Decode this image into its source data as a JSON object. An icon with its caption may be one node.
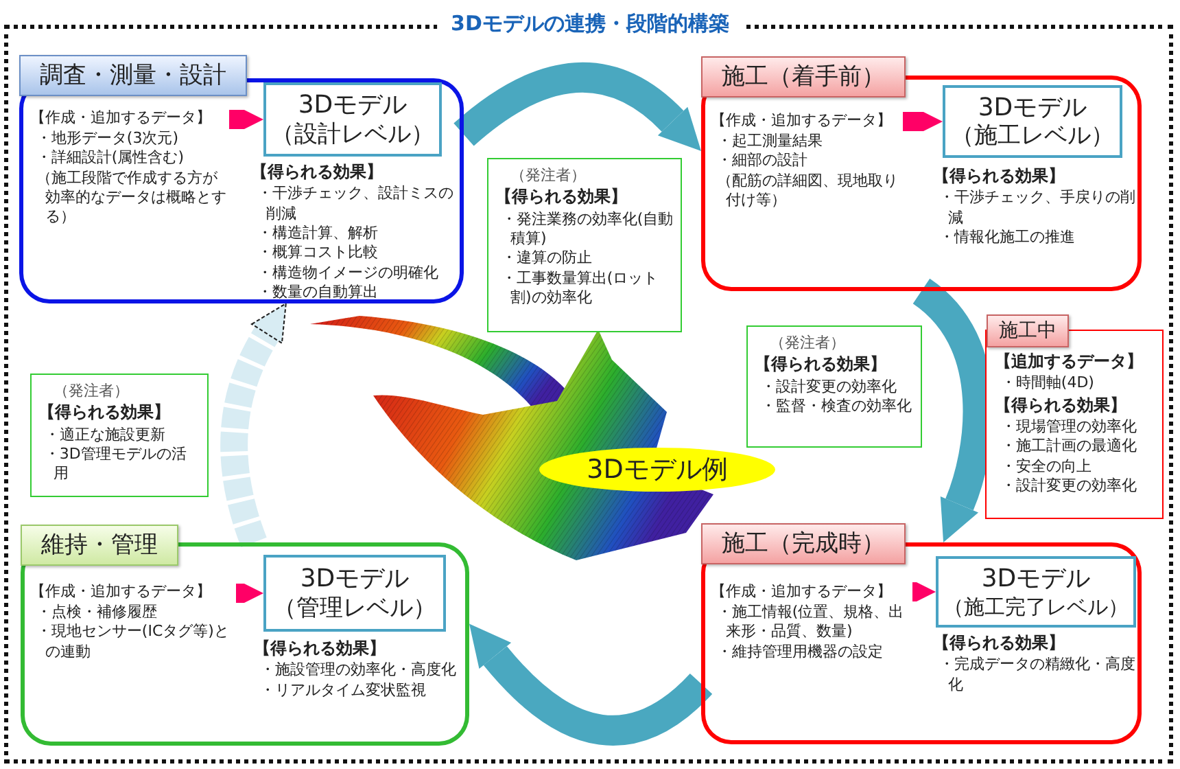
{
  "diagram": {
    "title": "3Dモデルの連携・段階的構築",
    "nodes": [
      {
        "text": [
          "調査・測量・設計",
          "【得られる効果】",
          "・干渉チェック、設計ミスの削減",
          "・構造計算、解析",
          "・概算コスト比較",
          "・構造物イメージの明確化",
          "・数量の自動算出"
        ]
      },
      {
        "text": [
          "【作成・追加するデータ】",
          "・地形データ(3次元)",
          "・詳細設計(属性含む)",
          "（施工段階で作成する方が効率的なデータは概略とする）"
        ],
        "in": 0
      },
      {
        "text": [
          "3Dモデル",
          "（設計レベル）"
        ],
        "in": 0
      },
      {
        "text": [
          "施工（着手前）",
          "【得られる効果】",
          "・干渉チェック、手戻りの削減",
          "・情報化施工の推進"
        ]
      },
      {
        "text": [
          "【作成・追加するデータ】",
          "・起工測量結果",
          "・細部の設計",
          "（配筋の詳細図、現地取り付け等）"
        ],
        "in": 3
      },
      {
        "text": [
          "3Dモデル",
          "（施工レベル）"
        ],
        "in": 3
      },
      {
        "text": [
          "施工中",
          "【追加するデータ】",
          "・時間軸(4D)",
          "【得られる効果】",
          "・現場管理の効率化",
          "・施工計画の最適化",
          "・安全の向上",
          "・設計変更の効率化"
        ]
      },
      {
        "text": [
          "施工（完成時）",
          "【得られる効果】",
          "・完成データの精緻化・高度化"
        ]
      },
      {
        "text": [
          "【作成・追加するデータ】",
          "・施工情報(位置、規格、出来形・品質、数量)",
          "・維持管理用機器の設定"
        ],
        "in": 7
      },
      {
        "text": [
          "3Dモデル",
          "（施工完了レベル）"
        ],
        "in": 7
      },
      {
        "text": [
          "維持・管理",
          "【得られる効果】",
          "・施設管理の効率化・高度化",
          "・リアルタイム変状監視"
        ]
      },
      {
        "text": [
          "【作成・追加するデータ】",
          "・点検・補修履歴",
          "・現地センサー(ICタグ等)との連動"
        ],
        "in": 10
      },
      {
        "text": [
          "3Dモデル",
          "（管理レベル）"
        ],
        "in": 10
      },
      {
        "text": [
          "（発注者）",
          "【得られる効果】",
          "・発注業務の効率化(自動積算)",
          "・違算の防止",
          "・工事数量算出(ロット割)の効率化"
        ]
      },
      {
        "text": [
          "（発注者）",
          "【得られる効果】",
          "・設計変更の効率化",
          "・監督・検査の効率化"
        ]
      },
      {
        "text": [
          "（発注者）",
          "【得られる効果】",
          "・適正な施設更新",
          "・3D管理モデルの活用"
        ]
      },
      {
        "text": [
          "3Dモデル例"
        ]
      }
    ],
    "edges": [
      {
        "from": 0,
        "to": 3,
        "arrow": "to",
        "color": "#4aa8c0"
      },
      {
        "from": 3,
        "to": 7,
        "arrow": "to",
        "color": "#4aa8c0"
      },
      {
        "from": 7,
        "to": 10,
        "arrow": "to",
        "color": "#4aa8c0"
      },
      {
        "from": 10,
        "to": 0,
        "arrow": "to",
        "style": "dashed",
        "color": "#d8ecf3"
      },
      {
        "from": 1,
        "to": 2,
        "arrow": "to"
      },
      {
        "from": 4,
        "to": 5,
        "arrow": "to"
      },
      {
        "from": 8,
        "to": 9,
        "arrow": "to"
      },
      {
        "from": 11,
        "to": 12,
        "arrow": "to"
      }
    ]
  }
}
